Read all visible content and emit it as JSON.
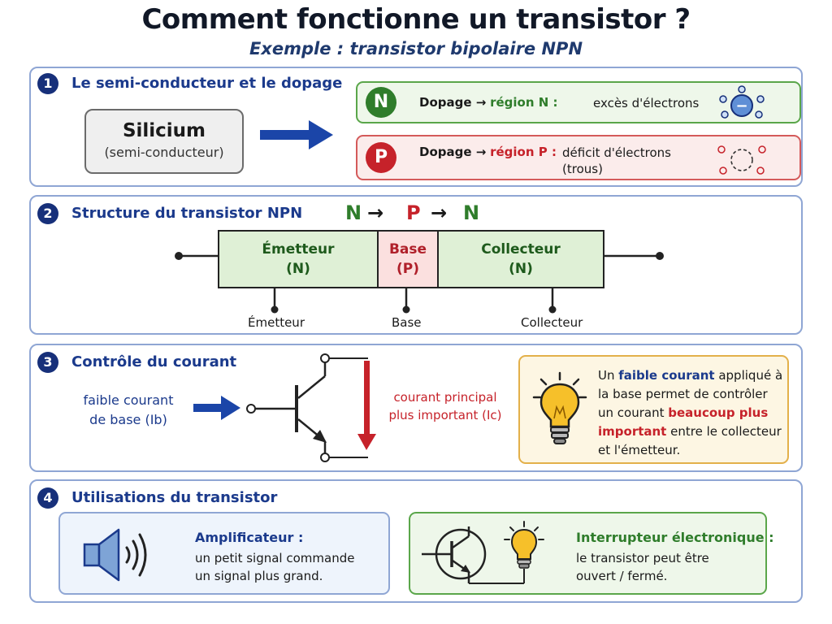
{
  "header": {
    "title": "Comment fonctionne un transistor ?",
    "subtitle": "Exemple : transistor bipolaire NPN"
  },
  "section1": {
    "number": "1",
    "title": "Le semi-conducteur et le dopage",
    "silicon_name": "Silicium",
    "silicon_desc": "(semi-conducteur)",
    "n_box": {
      "badge": "N",
      "label": "Dopage →",
      "region": "région N :",
      "desc": "excès d'électrons",
      "icon": "electron-excess-icon",
      "electron_sign": "−"
    },
    "p_box": {
      "badge": "P",
      "label": "Dopage →",
      "region": "région P :",
      "desc_line1": "déficit d'électrons",
      "desc_line2": "(trous)",
      "icon": "hole-icon"
    }
  },
  "section2": {
    "number": "2",
    "title": "Structure du transistor NPN",
    "sequence": [
      "N",
      "→",
      "P",
      "→",
      "N"
    ],
    "segments": [
      {
        "name": "Émetteur",
        "type": "(N)"
      },
      {
        "name": "Base",
        "type": "(P)"
      },
      {
        "name": "Collecteur",
        "type": "(N)"
      }
    ],
    "terminals": [
      "Émetteur",
      "Base",
      "Collecteur"
    ]
  },
  "section3": {
    "number": "3",
    "title": "Contrôle du courant",
    "base_current_line1": "faible courant",
    "base_current_line2": "de base (Ib)",
    "main_current_line1": "courant principal",
    "main_current_line2": "plus important (Ic)",
    "info": {
      "icon": "lightbulb-icon",
      "t1": "Un ",
      "h1": "faible courant",
      "t2": " appliqué à la base permet de contrôler un courant ",
      "h2": "beaucoup plus important",
      "t3": " entre le collecteur et l'émetteur."
    }
  },
  "section4": {
    "number": "4",
    "title": "Utilisations du transistor",
    "amplifier": {
      "icon": "speaker-icon",
      "heading": "Amplificateur :",
      "line1": "un petit signal commande",
      "line2": "un signal plus grand."
    },
    "switch": {
      "icon": "transistor-bulb-icon",
      "heading": "Interrupteur électronique :",
      "line1": "le transistor peut être",
      "line2": "ouvert / fermé."
    }
  },
  "colors": {
    "navy": "#17307a",
    "blue_text": "#1b3a8c",
    "green": "#2f7d2b",
    "red": "#c6222a",
    "arrow_blue": "#1b45a8",
    "panel_border": "#8fa6d4",
    "info_border": "#e3b04a",
    "bulb_yellow": "#f6c02a"
  }
}
